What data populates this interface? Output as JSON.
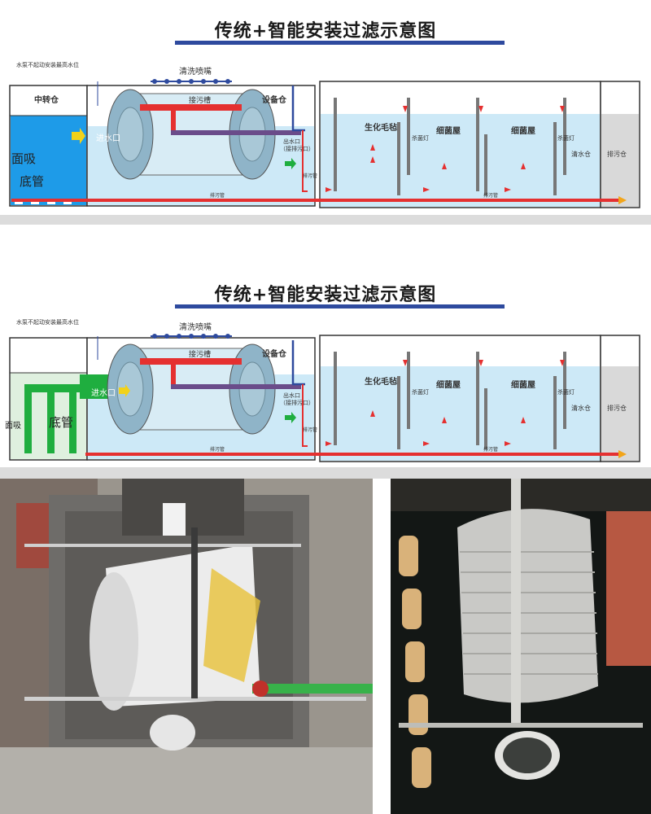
{
  "diagram_top": {
    "title": "传统+智能安装过滤示意图",
    "pump_note": "水泵不起动安装最高水位",
    "nozzle_label": "清洗喷嘴",
    "trough_label": "接污槽",
    "equipment_label": "设备仓",
    "transfer_label": "中转仓",
    "inlet_label": "进水口",
    "outlet_label": "出水口",
    "outlet_sub": "（接排污口）",
    "drain_pipe_label": "排污管",
    "discharge_pipe_label": "排污管",
    "bio_label": "生化毛毡",
    "lamp1_label": "杀菌灯",
    "lamp2_label": "杀菌灯",
    "bact1_label": "细菌屋",
    "bact2_label": "细菌屋",
    "clean_label": "清水仓",
    "sewage_label": "排污仓",
    "bottom_pipe1": "排污管",
    "bottom_pipe2": "排污管",
    "suction_left": "面吸",
    "suction_bottom": "底管"
  },
  "diagram_bottom": {
    "title": "传统+智能安装过滤示意图",
    "pump_note": "水泵不起动安装最高水位",
    "nozzle_label": "清洗喷嘴",
    "trough_label": "接污槽",
    "equipment_label": "设备仓",
    "inlet_label": "进水口",
    "outlet_label": "出水口",
    "outlet_sub": "（接排污口）",
    "drain_pipe_label": "排污管",
    "discharge_pipe_label": "排污管",
    "bio_label": "生化毛毡",
    "lamp1_label": "杀菌灯",
    "lamp2_label": "杀菌灯",
    "bact1_label": "细菌屋",
    "bact2_label": "细菌屋",
    "clean_label": "清水仓",
    "sewage_label": "排污仓",
    "bottom_pipe1": "排污管",
    "bottom_pipe2": "排污管",
    "suction_left": "面吸",
    "suction_bottom": "底管"
  },
  "colors": {
    "water": "#bfe3f5",
    "transfer_water": "#1e9be8",
    "drum": "#8fb4c8",
    "pipe_red": "#e53030",
    "pipe_purple": "#6a4c8a",
    "green_pipe": "#1fae3f",
    "title_bar": "#2e4a9e"
  }
}
